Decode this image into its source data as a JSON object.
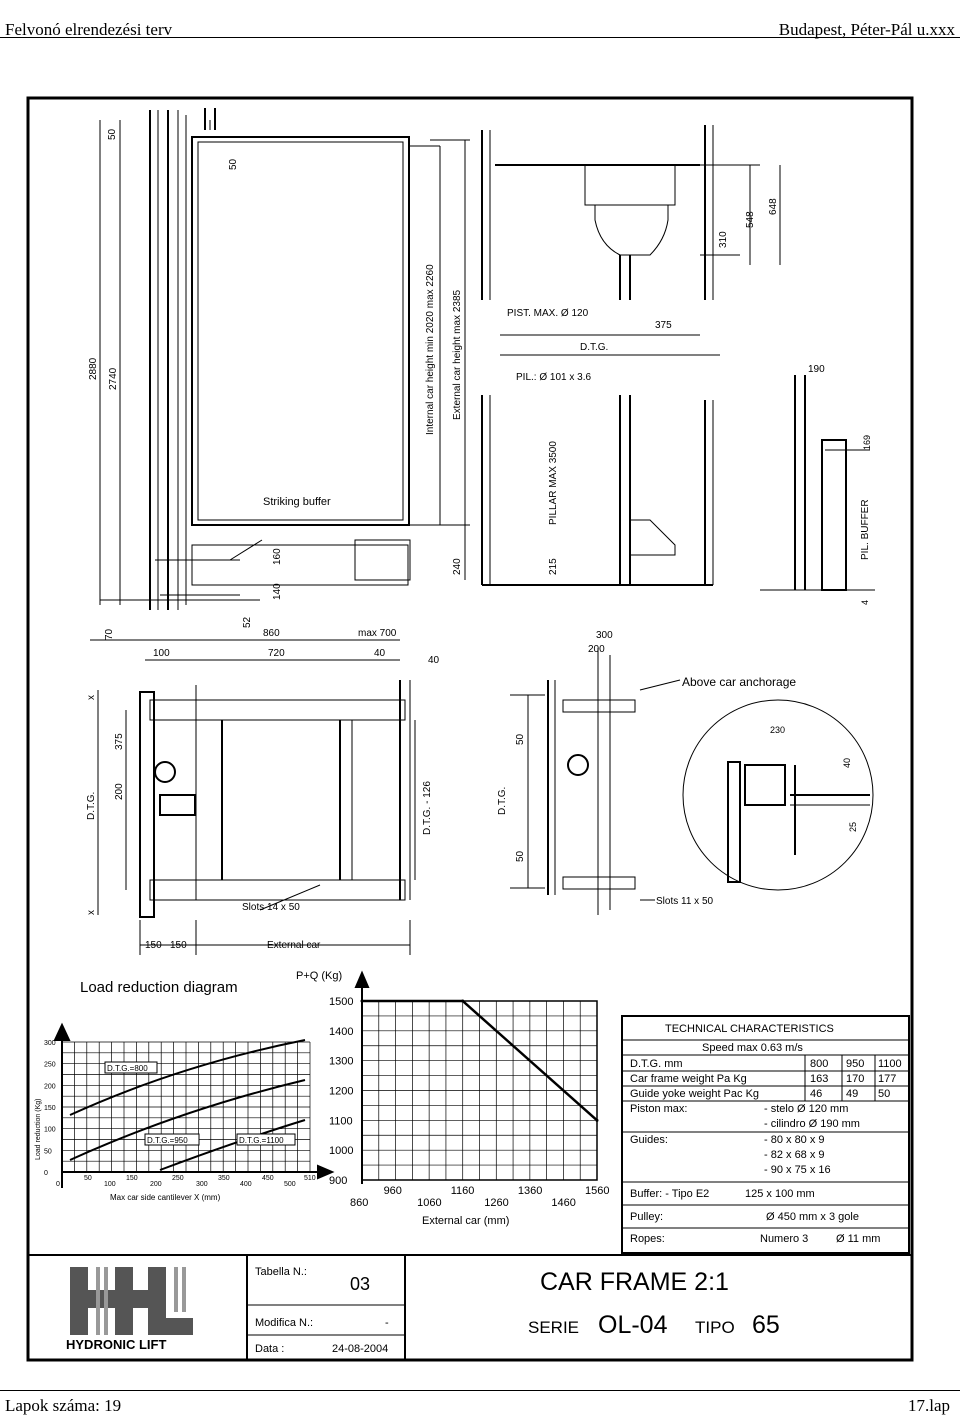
{
  "header": {
    "left": "Felvonó elrendezési terv",
    "right": "Budapest, Péter-Pál u.xxx"
  },
  "footer": {
    "left": "Lapok száma: 19",
    "right": "17.lap"
  },
  "drawing": {
    "dims_left": [
      "2880",
      "2740",
      "50",
      "50",
      "160",
      "140",
      "52",
      "70",
      "240"
    ],
    "label_internal_height": "Internal car height min 2020 max 2260",
    "label_external_height": "External car height max 2385",
    "label_striking_buffer": "Striking buffer",
    "dims_bottom": [
      "860",
      "max 700",
      "100",
      "720",
      "40",
      "40"
    ],
    "label_pist_max": "PIST. MAX.  Ø  120",
    "dim_375": "375",
    "label_dtg": "D.T.G.",
    "label_pil": "PIL.: Ø  101 x 3.6",
    "dims_right": [
      "310",
      "548",
      "648",
      "190",
      "169",
      "4"
    ],
    "label_pillar_max": "PILLAR MAX 3500",
    "dim_215": "215",
    "label_pil_buffer": "PIL. BUFFER",
    "dims_plan": [
      "375",
      "200",
      "x",
      "x"
    ],
    "label_dtg_126": "D.T.G. - 126",
    "label_slots_left": "Slots  14 x 50",
    "label_ext_car": "External car",
    "dims_plan_bottom": [
      "150",
      "150"
    ],
    "dims_detail": [
      "300",
      "200",
      "50",
      "50",
      "230",
      "40",
      "25"
    ],
    "label_above_anchorage": "Above car anchorage",
    "label_slots_right": "Slots  11 x 50"
  },
  "load_diagram": {
    "title": "Load reduction diagram",
    "ylabel": "Load reduction (Kg)",
    "xlabel": "Max car side cantilever X (mm)",
    "y_ticks": [
      "300",
      "250",
      "200",
      "150",
      "100",
      "50",
      "0"
    ],
    "x_ticks": [
      "0",
      "50",
      "100",
      "150",
      "200",
      "250",
      "300",
      "350",
      "400",
      "450",
      "500",
      "510"
    ],
    "legend": [
      "D.T.G.=800",
      "D.T.G.=950",
      "D.T.G.=1100"
    ]
  },
  "chart_data": {
    "type": "line",
    "title": "",
    "ylabel": "P+Q (Kg)",
    "xlabel": "External car (mm)",
    "x": [
      860,
      1160,
      1560
    ],
    "y": [
      1500,
      1500,
      1100
    ],
    "ylim": [
      900,
      1500
    ],
    "xlim": [
      860,
      1560
    ],
    "y_ticks": [
      "1500",
      "1400",
      "1300",
      "1200",
      "1100",
      "1000",
      "900"
    ],
    "x_ticks_top": [
      "960",
      "1160",
      "1360",
      "1560"
    ],
    "x_ticks_bottom": [
      "860",
      "1060",
      "1260",
      "1460"
    ],
    "grid": true
  },
  "tech": {
    "title": "TECHNICAL CHARACTERISTICS",
    "speed": "Speed max 0.63 m/s",
    "rows": [
      [
        "D.T.G. mm",
        "800",
        "950",
        "1100"
      ],
      [
        "Car frame weight Pa Kg",
        "163",
        "170",
        "177"
      ],
      [
        "Guide yoke weight Pac Kg",
        "46",
        "49",
        "50"
      ]
    ],
    "piston_label": "Piston max:",
    "piston_1": "- stelo  Ø  120 mm",
    "piston_2": "- cilindro  Ø  190 mm",
    "guides_label": "Guides:",
    "guides_1": "- 80 x 80 x 9",
    "guides_2": "- 82 x 68 x 9",
    "guides_3": "- 90 x 75 x 16",
    "buffer": "Buffer: - Tipo E2",
    "buffer_val": "125 x 100 mm",
    "pulley": "Pulley:",
    "pulley_val": "Ø 450 mm x 3 gole",
    "ropes": "Ropes:",
    "ropes_num": "Numero 3",
    "ropes_val": "Ø  11 mm"
  },
  "title_block": {
    "logo_letters": "HL",
    "logo_name": "HYDRONIC LIFT",
    "tabella_label": "Tabella N.:",
    "tabella_val": "03",
    "modifica_label": "Modifica N.:",
    "modifica_val": "-",
    "data_label": "Data :",
    "data_val": "24-08-2004",
    "title": "CAR FRAME 2:1",
    "serie_label": "SERIE",
    "serie_val": "OL-04",
    "tipo_label": "TIPO",
    "tipo_val": "65"
  }
}
